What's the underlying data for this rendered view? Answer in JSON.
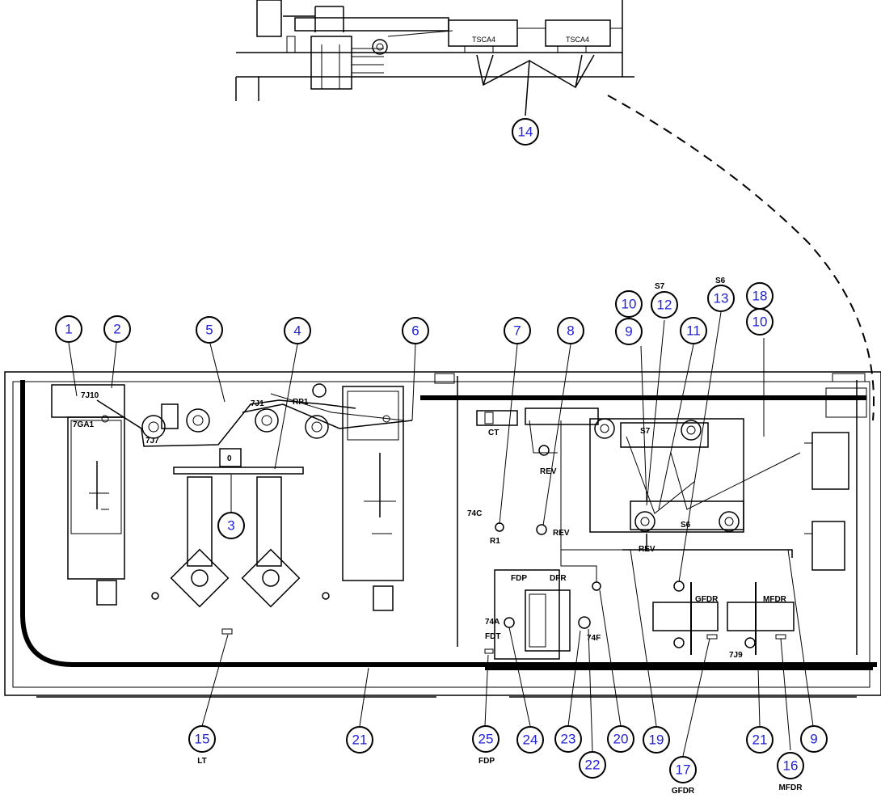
{
  "inset": {
    "connector_label_a": "TSCA4",
    "connector_label_b": "TSCA4"
  },
  "components": {
    "7J10": "7J10",
    "7GA1": "7GA1",
    "7J7": "7J7",
    "7J1": "7J1",
    "RP1": "RP1",
    "CT": "CT",
    "S7": "S7",
    "S6": "S6",
    "74C": "74C",
    "R1": "R1",
    "REV_a": "REV",
    "REV_b": "REV",
    "REV_c": "REV",
    "FDP": "FDP",
    "DFR": "DFR",
    "74A": "74A",
    "FDT": "FDT",
    "74F": "74F",
    "GFDR": "GFDR",
    "MFDR": "MFDR",
    "7J9": "7J9",
    "zero": "0",
    "S7_top": "S7",
    "S6_top": "S6"
  },
  "callouts": [
    {
      "id": "c1",
      "label": "1"
    },
    {
      "id": "c2",
      "label": "2"
    },
    {
      "id": "c3",
      "label": "3"
    },
    {
      "id": "c4",
      "label": "4"
    },
    {
      "id": "c5",
      "label": "5"
    },
    {
      "id": "c6",
      "label": "6"
    },
    {
      "id": "c7",
      "label": "7"
    },
    {
      "id": "c8",
      "label": "8"
    },
    {
      "id": "c9a",
      "label": "9"
    },
    {
      "id": "c9b",
      "label": "9"
    },
    {
      "id": "c10a",
      "label": "10"
    },
    {
      "id": "c10b",
      "label": "10"
    },
    {
      "id": "c11",
      "label": "11"
    },
    {
      "id": "c12",
      "label": "12"
    },
    {
      "id": "c13",
      "label": "13"
    },
    {
      "id": "c14",
      "label": "14"
    },
    {
      "id": "c15",
      "label": "15"
    },
    {
      "id": "c16",
      "label": "16"
    },
    {
      "id": "c17",
      "label": "17"
    },
    {
      "id": "c18",
      "label": "18"
    },
    {
      "id": "c19",
      "label": "19"
    },
    {
      "id": "c20",
      "label": "20"
    },
    {
      "id": "c21a",
      "label": "21"
    },
    {
      "id": "c21b",
      "label": "21"
    },
    {
      "id": "c22",
      "label": "22"
    },
    {
      "id": "c23",
      "label": "23"
    },
    {
      "id": "c24",
      "label": "24"
    },
    {
      "id": "c25",
      "label": "25"
    }
  ],
  "sublabels": {
    "LT": "LT",
    "FDP": "FDP",
    "GFDR": "GFDR",
    "MFDR": "MFDR"
  },
  "colors": {
    "callout_text": "#1f1fd6",
    "line": "#000000"
  }
}
